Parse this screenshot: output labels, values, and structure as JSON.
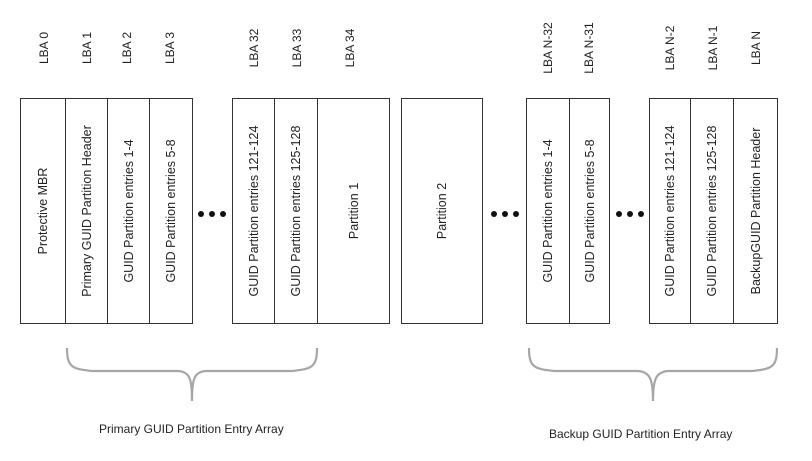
{
  "lba_labels": [
    "LBA 0",
    "LBA 1",
    "LBA 2",
    "LBA 3",
    "LBA 32",
    "LBA 33",
    "LBA 34",
    "LBA N-32",
    "LBA N-31",
    "LBA N-2",
    "LBA N-1",
    "LBA N"
  ],
  "blocks": {
    "protective_mbr": "Protective MBR",
    "primary_header": "Primary GUID Partition Header",
    "entries_1_4": "GUID Partition entries 1-4",
    "entries_5_8": "GUID Partition entries 5-8",
    "entries_121_124": "GUID Partition entries 121-124",
    "entries_125_128": "GUID Partition entries 125-128",
    "partition_1": "Partition 1",
    "partition_2": "Partition 2",
    "backup_entries_1_4": "GUID Partition entries 1-4",
    "backup_entries_5_8": "GUID Partition entries 5-8",
    "backup_entries_121_124": "GUID Partition entries 121-124",
    "backup_entries_125_128": "GUID Partition entries 125-128",
    "backup_header": "BackupGUID Partition Header"
  },
  "captions": {
    "primary_array": "Primary GUID Partition Entry Array",
    "backup_array": "Backup GUID Partition Entry Array"
  },
  "colors": {
    "border": "#333333",
    "brace": "#a6a6a6",
    "dots": "#111111"
  }
}
